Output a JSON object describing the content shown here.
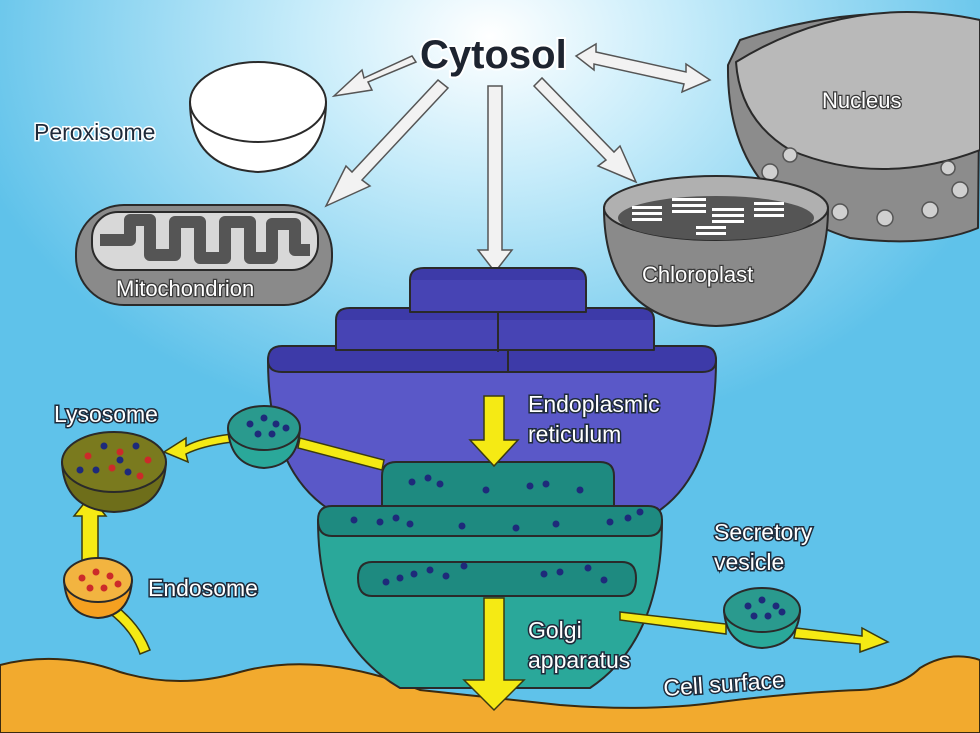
{
  "labels": {
    "cytosol": "Cytosol",
    "peroxisome": "Peroxisome",
    "mitochondrion": "Mitochondrion",
    "nucleus": "Nucleus",
    "chloroplast": "Chloroplast",
    "lysosome": "Lysosome",
    "endosome": "Endosome",
    "er_line1": "Endoplasmic",
    "er_line2": "reticulum",
    "golgi_line1": "Golgi",
    "golgi_line2": "apparatus",
    "secretory_line1": "Secretory",
    "secretory_line2": "vesicle",
    "cell_surface": "Cell surface"
  },
  "colors": {
    "background": "#5fc2ea",
    "glow": "#ffffff",
    "cell_surface": "#f2aa2e",
    "er": "#5a58c8",
    "er_dark": "#3d3aa8",
    "golgi": "#2aa89a",
    "golgi_dark": "#1e8a80",
    "grey_organelle": "#8a8a8a",
    "lysosome": "#7a7a1e",
    "endosome": "#f5a020",
    "arrow_yellow": "#f5ea14",
    "arrow_white": "#f2f2f2",
    "cargo_dot": "#1e2a7a",
    "cargo_dot_red": "#cc2a2a"
  }
}
